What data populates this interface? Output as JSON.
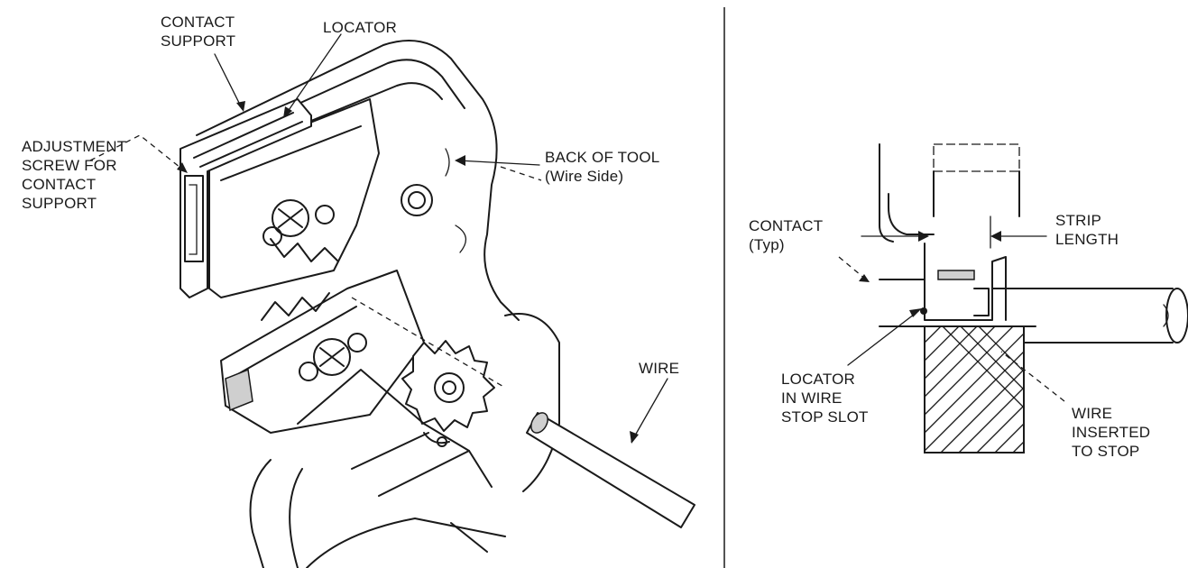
{
  "labels": {
    "contact_support": [
      "CONTACT",
      "SUPPORT"
    ],
    "locator": "LOCATOR",
    "adjustment_screw": [
      "ADJUSTMENT",
      "SCREW FOR",
      "CONTACT",
      "SUPPORT"
    ],
    "back_of_tool": [
      "BACK OF TOOL",
      "(Wire Side)"
    ],
    "wire": "WIRE",
    "contact_typ": [
      "CONTACT",
      "(Typ)"
    ],
    "strip_length": [
      "STRIP",
      "LENGTH"
    ],
    "locator_in_slot": [
      "LOCATOR",
      "IN WIRE",
      "STOP SLOT"
    ],
    "wire_inserted": [
      "WIRE",
      "INSERTED",
      "TO STOP"
    ]
  }
}
